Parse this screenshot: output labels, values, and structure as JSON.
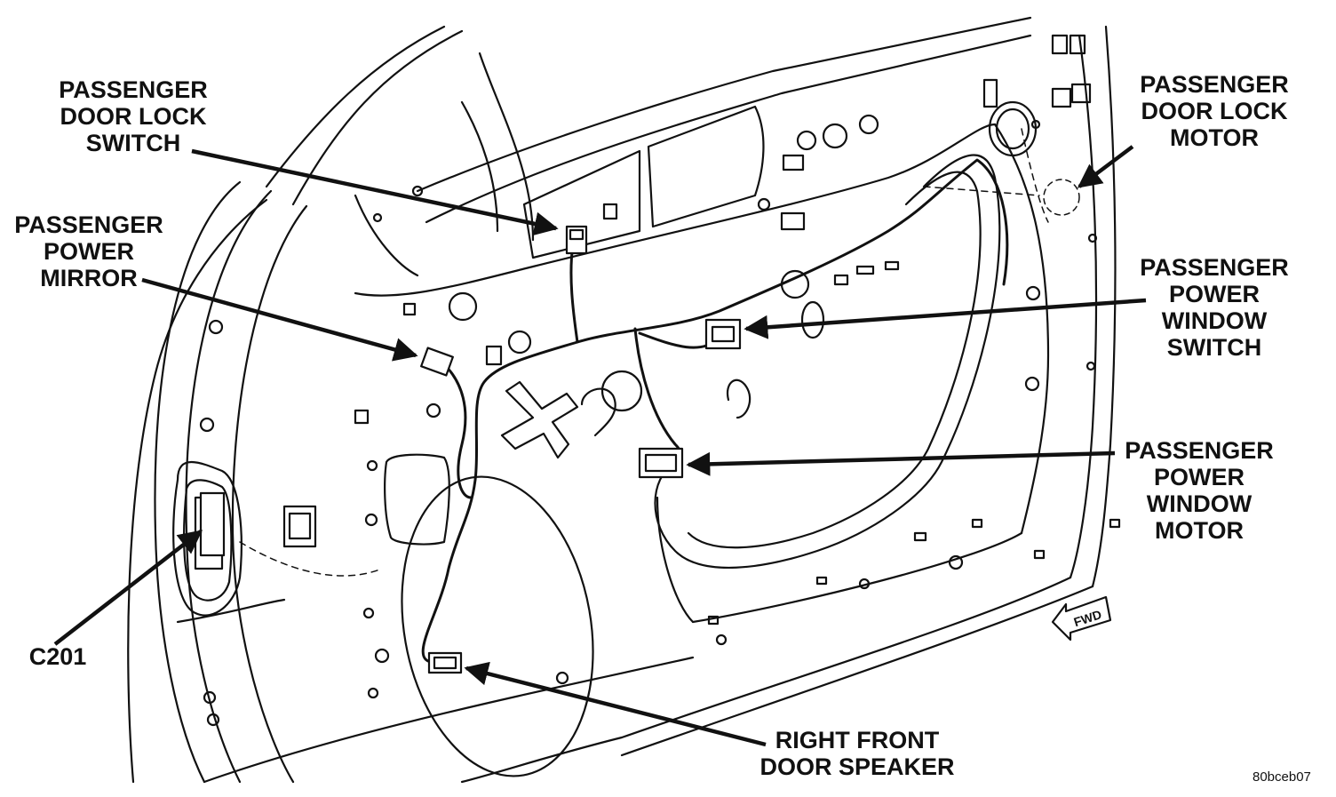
{
  "diagram": {
    "labels": {
      "door_lock_switch": [
        "PASSENGER",
        "DOOR LOCK",
        "SWITCH"
      ],
      "power_mirror": [
        "PASSENGER",
        "POWER",
        "MIRROR"
      ],
      "door_lock_motor": [
        "PASSENGER",
        "DOOR LOCK",
        "MOTOR"
      ],
      "window_switch": [
        "PASSENGER",
        "POWER",
        "WINDOW",
        "SWITCH"
      ],
      "window_motor": [
        "PASSENGER",
        "POWER",
        "WINDOW",
        "MOTOR"
      ],
      "connector_c201": "C201",
      "door_speaker": [
        "RIGHT FRONT",
        "DOOR SPEAKER"
      ]
    },
    "fwd_marker": "FWD",
    "figure_id": "80bceb07"
  }
}
